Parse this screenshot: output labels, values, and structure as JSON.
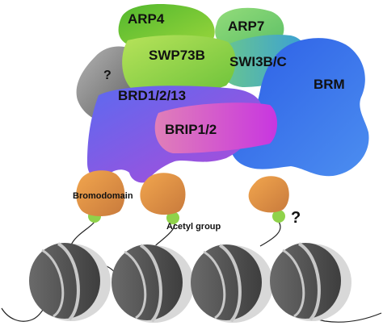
{
  "labels": {
    "arp4": "ARP4",
    "arp7": "ARP7",
    "swp73b": "SWP73B",
    "swi3bc": "SWI3B/C",
    "unknown_subunit": "?",
    "brm": "BRM",
    "brd": "BRD1/2/13",
    "brip": "BRIP1/2",
    "bromodomain": "Bromodomain",
    "acetyl_group": "Acetyl group",
    "unknown_binding": "?"
  },
  "colors": {
    "arp4": "#6fc23a",
    "arp7": "#7fd07a",
    "swp73b": "#9fd04a",
    "swi3bc": "#4fb2c6",
    "unknown_subunit": "#8f8f8f",
    "brm": "#3a6ee8",
    "brd": "#8a5cf0",
    "brip": "#d65ac8",
    "bromodomain": "#e0944a",
    "acetyl_group": "#8fd24a",
    "nucleosome": "#5a5a5a"
  }
}
